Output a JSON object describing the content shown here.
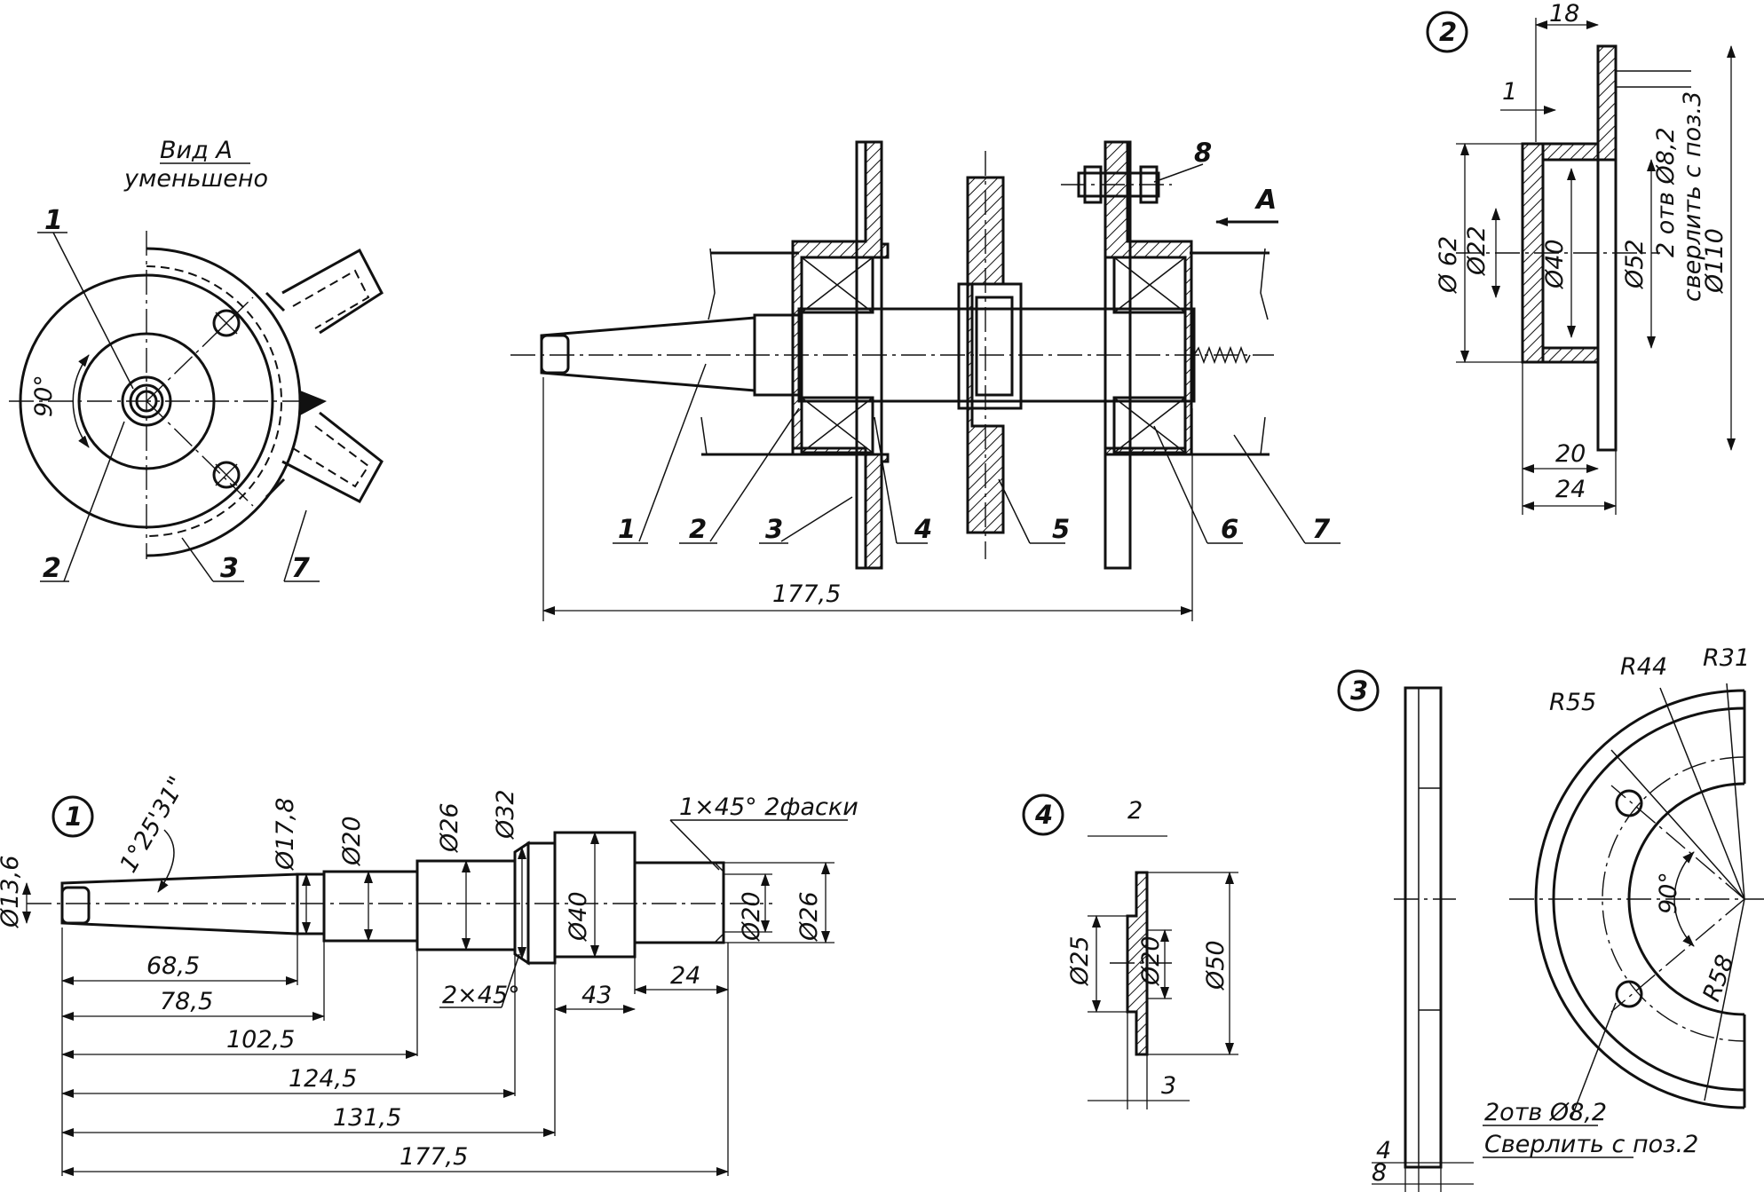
{
  "view_a": {
    "title": "Вид А",
    "subtitle": "уменьшено",
    "angle": "90°",
    "pos1": "1",
    "pos2": "2",
    "pos3": "3",
    "pos7": "7"
  },
  "assembly": {
    "pos": [
      "1",
      "2",
      "3",
      "4",
      "5",
      "6",
      "7"
    ],
    "pos8": "8",
    "arrow_label": "A",
    "length": "177,5"
  },
  "part2": {
    "marker": "2",
    "d62": "Ø 62",
    "d22": "Ø22",
    "d40": "Ø40",
    "d52": "Ø52",
    "d110": "Ø110",
    "dim18": "18",
    "dim1": "1",
    "dim20": "20",
    "dim24": "24",
    "note1": "2 отв Ø8,2",
    "note2": "сверлить с поз.3"
  },
  "part1": {
    "marker": "1",
    "taper": "1°25'31\"",
    "d13": "Ø13,6",
    "d17": "Ø17,8",
    "d20a": "Ø20",
    "d26a": "Ø26",
    "d32": "Ø32",
    "d40": "Ø40",
    "d20b": "Ø20",
    "d26b": "Ø26",
    "chamfer_note": "1×45°  2фаски",
    "chamfer2": "2×45°",
    "l68": "68,5",
    "l78": "78,5",
    "l102": "102,5",
    "l124": "124,5",
    "l131": "131,5",
    "l177": "177,5",
    "l43": "43",
    "l24": "24"
  },
  "part4": {
    "marker": "4",
    "dim2": "2",
    "dim3": "3",
    "d25": "Ø25",
    "d20": "Ø20",
    "d50": "Ø50"
  },
  "part3": {
    "marker": "3",
    "r44": "R44",
    "r31": "R31",
    "r55": "R55",
    "r58": "R58",
    "angle": "90°",
    "dim4": "4",
    "dim8": "8",
    "note1": "2отв Ø8,2",
    "note2": "Сверлить с поз.2"
  }
}
